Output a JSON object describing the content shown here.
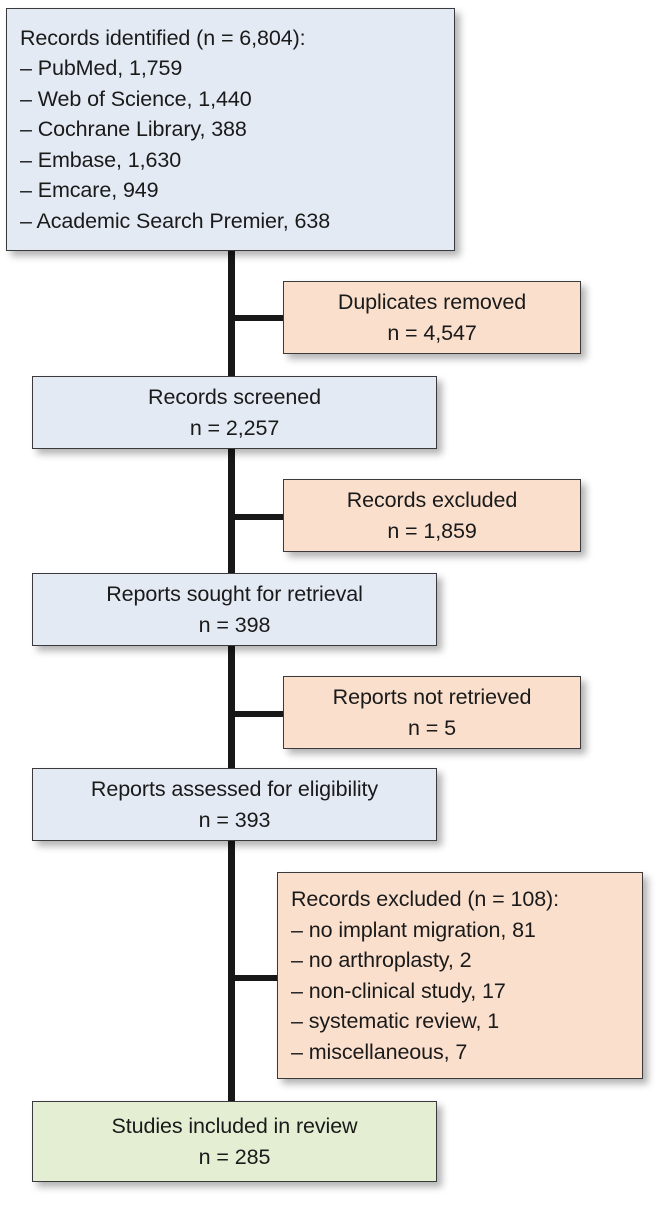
{
  "diagram": {
    "type": "prisma-flow-diagram",
    "colors": {
      "identification_fill": "#e4eaf4",
      "excluded_fill": "#fadfcd",
      "included_fill": "#e3eed3",
      "border": "#3a3a3c",
      "connector": "#181818"
    }
  },
  "boxes": {
    "records_identified": {
      "title": "Records identified (n = 6,804):",
      "sources": [
        "– PubMed, 1,759",
        "– Web of Science, 1,440",
        "– Cochrane Library, 388",
        "– Embase, 1,630",
        "– Emcare, 949",
        "– Academic Search Premier, 638"
      ]
    },
    "duplicates_removed": {
      "label": "Duplicates removed",
      "count": "n = 4,547"
    },
    "records_screened": {
      "label": "Records screened",
      "count": "n = 2,257"
    },
    "records_excluded_screening": {
      "label": "Records excluded",
      "count": "n = 1,859"
    },
    "reports_sought": {
      "label": "Reports sought for retrieval",
      "count": "n = 398"
    },
    "reports_not_retrieved": {
      "label": "Reports not retrieved",
      "count": "n = 5"
    },
    "reports_assessed": {
      "label": "Reports assessed for eligibility",
      "count": "n = 393"
    },
    "records_excluded_eligibility": {
      "title": "Records excluded (n = 108):",
      "reasons": [
        "– no implant migration, 81",
        "– no arthroplasty, 2",
        "– non-clinical study, 17",
        "– systematic review, 1",
        "– miscellaneous, 7"
      ]
    },
    "studies_included": {
      "label": "Studies included in review",
      "count": "n = 285"
    }
  },
  "chart_data": {
    "type": "flowchart",
    "title": "PRISMA flow diagram",
    "nodes": [
      {
        "id": "records_identified",
        "stage": "identification",
        "n": 6804,
        "breakdown": [
          {
            "source": "PubMed",
            "n": 1759
          },
          {
            "source": "Web of Science",
            "n": 1440
          },
          {
            "source": "Cochrane Library",
            "n": 388
          },
          {
            "source": "Embase",
            "n": 1630
          },
          {
            "source": "Emcare",
            "n": 949
          },
          {
            "source": "Academic Search Premier",
            "n": 638
          }
        ]
      },
      {
        "id": "duplicates_removed",
        "stage": "exclusion",
        "n": 4547
      },
      {
        "id": "records_screened",
        "stage": "screening",
        "n": 2257
      },
      {
        "id": "records_excluded_screening",
        "stage": "exclusion",
        "n": 1859
      },
      {
        "id": "reports_sought",
        "stage": "screening",
        "n": 398
      },
      {
        "id": "reports_not_retrieved",
        "stage": "exclusion",
        "n": 5
      },
      {
        "id": "reports_assessed",
        "stage": "eligibility",
        "n": 393
      },
      {
        "id": "records_excluded_eligibility",
        "stage": "exclusion",
        "n": 108,
        "breakdown": [
          {
            "reason": "no implant migration",
            "n": 81
          },
          {
            "reason": "no arthroplasty",
            "n": 2
          },
          {
            "reason": "non-clinical study",
            "n": 17
          },
          {
            "reason": "systematic review",
            "n": 1
          },
          {
            "reason": "miscellaneous",
            "n": 7
          }
        ]
      },
      {
        "id": "studies_included",
        "stage": "included",
        "n": 285
      }
    ],
    "edges": [
      {
        "from": "records_identified",
        "to": "duplicates_removed"
      },
      {
        "from": "records_identified",
        "to": "records_screened"
      },
      {
        "from": "records_screened",
        "to": "records_excluded_screening"
      },
      {
        "from": "records_screened",
        "to": "reports_sought"
      },
      {
        "from": "reports_sought",
        "to": "reports_not_retrieved"
      },
      {
        "from": "reports_sought",
        "to": "reports_assessed"
      },
      {
        "from": "reports_assessed",
        "to": "records_excluded_eligibility"
      },
      {
        "from": "reports_assessed",
        "to": "studies_included"
      }
    ]
  }
}
